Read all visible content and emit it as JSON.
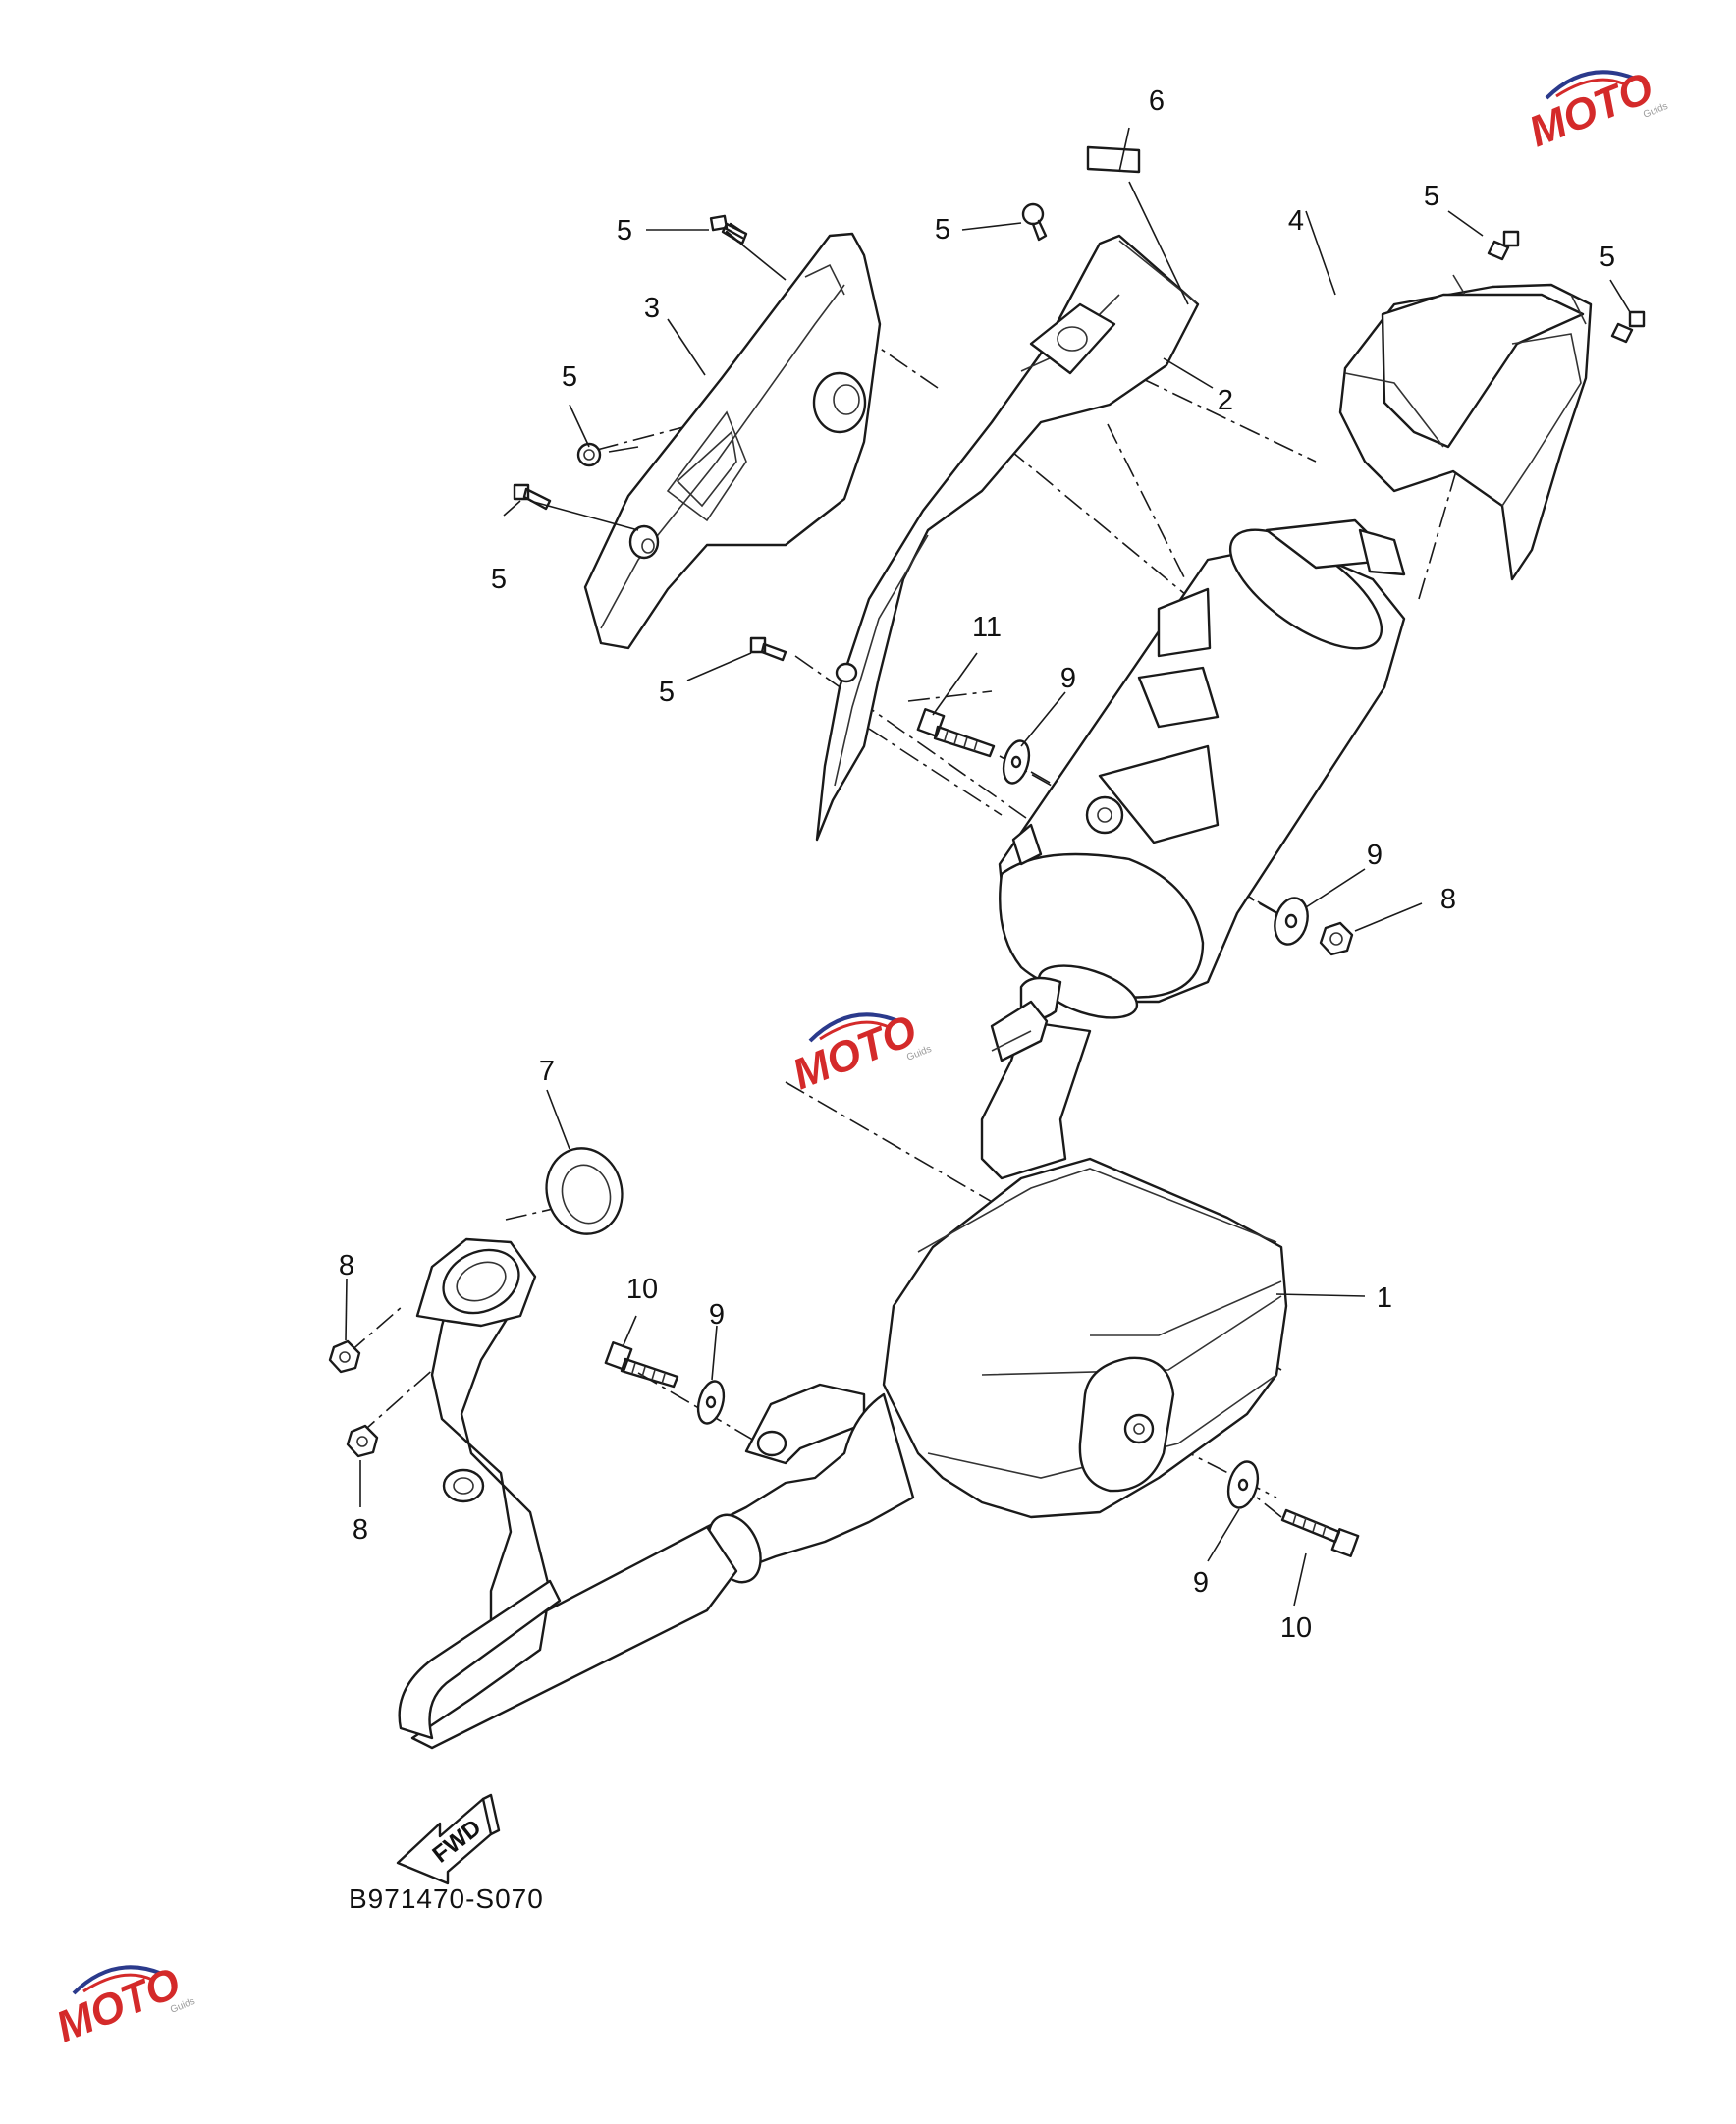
{
  "diagram": {
    "drawing_code": "B971470-S070",
    "fwd_arrow_label": "FWD",
    "callouts": [
      {
        "id": "c1",
        "label": "1"
      },
      {
        "id": "c2",
        "label": "2"
      },
      {
        "id": "c3",
        "label": "3"
      },
      {
        "id": "c4",
        "label": "4"
      },
      {
        "id": "c5a",
        "label": "5"
      },
      {
        "id": "c5b",
        "label": "5"
      },
      {
        "id": "c5c",
        "label": "5"
      },
      {
        "id": "c5d",
        "label": "5"
      },
      {
        "id": "c5e",
        "label": "5"
      },
      {
        "id": "c5f",
        "label": "5"
      },
      {
        "id": "c5g",
        "label": "5"
      },
      {
        "id": "c6",
        "label": "6"
      },
      {
        "id": "c7",
        "label": "7"
      },
      {
        "id": "c8a",
        "label": "8"
      },
      {
        "id": "c8b",
        "label": "8"
      },
      {
        "id": "c8c",
        "label": "8"
      },
      {
        "id": "c9a",
        "label": "9"
      },
      {
        "id": "c9b",
        "label": "9"
      },
      {
        "id": "c9c",
        "label": "9"
      },
      {
        "id": "c9d",
        "label": "9"
      },
      {
        "id": "c10a",
        "label": "10"
      },
      {
        "id": "c10b",
        "label": "10"
      },
      {
        "id": "c11",
        "label": "11"
      }
    ]
  },
  "watermark": {
    "logo_text": "MOTO",
    "sub_text": "Guids",
    "colors": {
      "blue": "#2b3a8c",
      "red": "#d42a2a",
      "gray": "#9a9a9a"
    }
  }
}
